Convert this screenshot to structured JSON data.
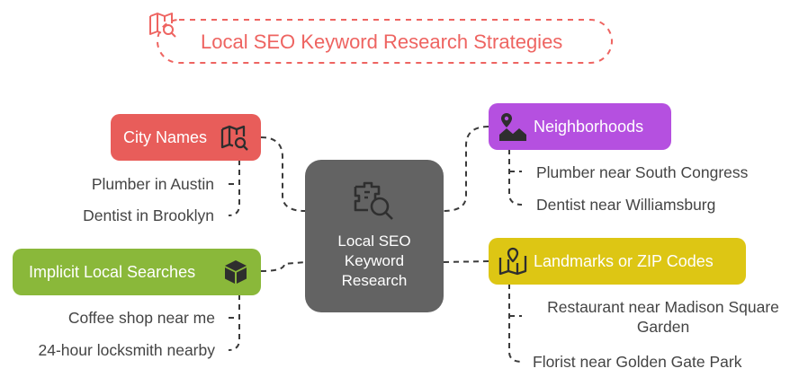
{
  "title": "Local SEO Keyword Research Strategies",
  "center": {
    "lines": [
      "Local SEO",
      "Keyword",
      "Research"
    ]
  },
  "nodes": {
    "city_names": {
      "label": "City Names",
      "color": "#e85d5a",
      "icon": "map-search-icon",
      "leaves": [
        "Plumber in Austin",
        "Dentist in Brooklyn"
      ]
    },
    "implicit": {
      "label": "Implicit Local Searches",
      "color": "#8ab83a",
      "icon": "cube-icon",
      "leaves": [
        "Coffee shop near me",
        "24-hour locksmith nearby"
      ]
    },
    "neighborhoods": {
      "label": "Neighborhoods",
      "color": "#b550e0",
      "icon": "neighborhood-pin-icon",
      "leaves": [
        "Plumber near South Congress",
        "Dentist near Williamsburg"
      ]
    },
    "landmarks": {
      "label": "Landmarks or ZIP Codes",
      "color": "#ddc614",
      "icon": "map-pin-icon",
      "leaves": [
        "Restaurant near Madison Square",
        "Garden",
        "Florist near Golden Gate Park"
      ]
    }
  },
  "colors": {
    "title": "#ee6461",
    "center": "#636363",
    "leaf_text": "#444444",
    "connector": "#3a3a3a"
  }
}
